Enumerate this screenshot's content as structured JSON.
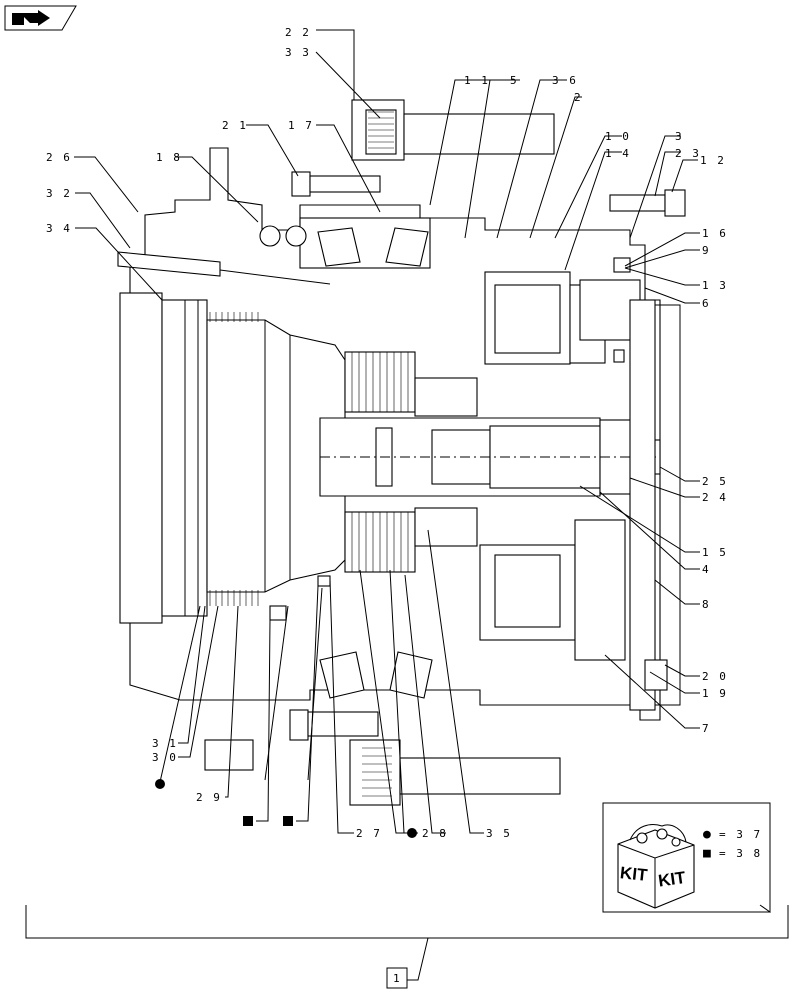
{
  "nav_icon": "back-arrow-icon",
  "callouts": [
    {
      "id": "c22",
      "label": "2 2"
    },
    {
      "id": "c33",
      "label": "3 3"
    },
    {
      "id": "c11",
      "label": "1 1"
    },
    {
      "id": "c5",
      "label": "5"
    },
    {
      "id": "c36",
      "label": "3 6"
    },
    {
      "id": "c2",
      "label": "2"
    },
    {
      "id": "c21",
      "label": "2 1"
    },
    {
      "id": "c17",
      "label": "1 7"
    },
    {
      "id": "c10",
      "label": "1 0"
    },
    {
      "id": "c14",
      "label": "1 4"
    },
    {
      "id": "c3",
      "label": "3"
    },
    {
      "id": "c23",
      "label": "2 3"
    },
    {
      "id": "c12",
      "label": "1 2"
    },
    {
      "id": "c26",
      "label": "2 6"
    },
    {
      "id": "c18",
      "label": "1 8"
    },
    {
      "id": "c32",
      "label": "3 2"
    },
    {
      "id": "c34",
      "label": "3 4"
    },
    {
      "id": "c16",
      "label": "1 6"
    },
    {
      "id": "c9",
      "label": "9"
    },
    {
      "id": "c13",
      "label": "1 3"
    },
    {
      "id": "c6",
      "label": "6"
    },
    {
      "id": "c25",
      "label": "2 5"
    },
    {
      "id": "c24",
      "label": "2 4"
    },
    {
      "id": "c15",
      "label": "1 5"
    },
    {
      "id": "c4",
      "label": "4"
    },
    {
      "id": "c8",
      "label": "8"
    },
    {
      "id": "c20",
      "label": "2 0"
    },
    {
      "id": "c19",
      "label": "1 9"
    },
    {
      "id": "c7",
      "label": "7"
    },
    {
      "id": "c31",
      "label": "3 1"
    },
    {
      "id": "c30",
      "label": "3 0"
    },
    {
      "id": "c29",
      "label": "2 9"
    },
    {
      "id": "c27",
      "label": "2 7"
    },
    {
      "id": "c28",
      "label": "2 8"
    },
    {
      "id": "c35",
      "label": "3 5"
    }
  ],
  "assembly_label": "1",
  "kit_legend": {
    "kit_text_left": "KIT",
    "kit_text_right": "KIT",
    "circle_symbol": "●",
    "circle_value": "= 3 7",
    "square_symbol": "■",
    "square_value": "= 3 8"
  }
}
